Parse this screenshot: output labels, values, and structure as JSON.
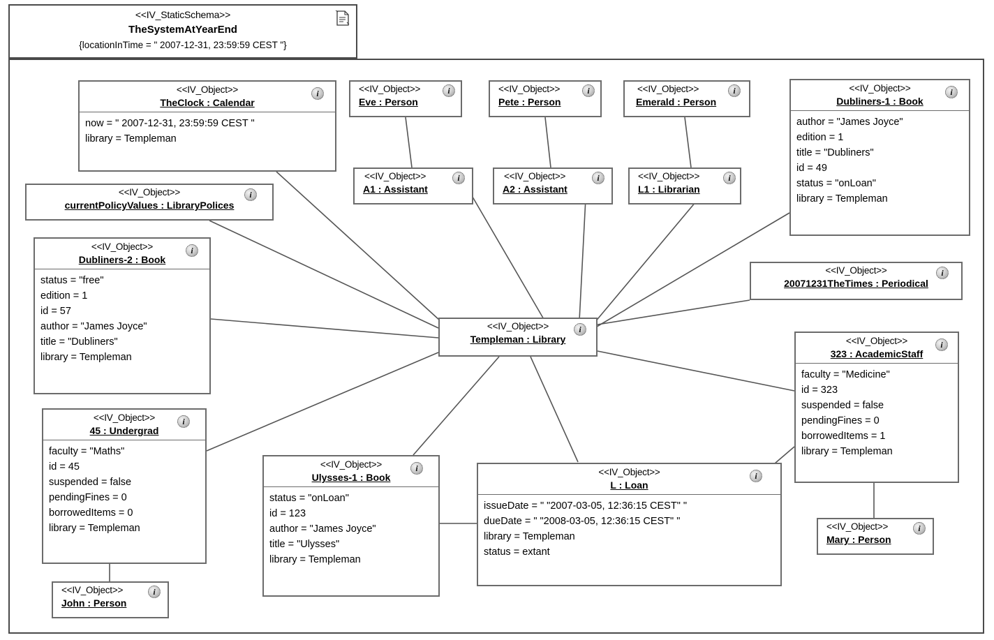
{
  "schema": {
    "stereotype": "<<IV_StaticSchema>>",
    "name": "TheSystemAtYearEnd",
    "tag": "{locationInTime = \" 2007-12-31, 23:59:59 CEST \"}",
    "icon": "schema-document-icon"
  },
  "stereotype_object": "<<IV_Object>>",
  "info_icon_glyph": "i",
  "colors": {
    "border": "#6b6b6b",
    "frame": "#4a4a4a",
    "link": "#555555",
    "background": "#ffffff",
    "text": "#000000"
  },
  "objects": [
    {
      "id": "theclock",
      "name": "TheClock : Calendar",
      "attrs": [
        "now = \" 2007-12-31, 23:59:59 CEST \"",
        "library = Templeman"
      ]
    },
    {
      "id": "eve",
      "name": "Eve : Person",
      "attrs": []
    },
    {
      "id": "pete",
      "name": "Pete : Person",
      "attrs": []
    },
    {
      "id": "emerald",
      "name": "Emerald : Person",
      "attrs": []
    },
    {
      "id": "dubliners1",
      "name": "Dubliners-1 : Book",
      "attrs": [
        "author = \"James Joyce\"",
        "edition = 1",
        "title = \"Dubliners\"",
        "id = 49",
        "status = \"onLoan\"",
        "library = Templeman"
      ]
    },
    {
      "id": "a1",
      "name": "A1 : Assistant",
      "attrs": []
    },
    {
      "id": "a2",
      "name": "A2 : Assistant",
      "attrs": []
    },
    {
      "id": "l1",
      "name": "L1 : Librarian",
      "attrs": []
    },
    {
      "id": "policy",
      "name": "currentPolicyValues : LibraryPolices",
      "attrs": []
    },
    {
      "id": "dubliners2",
      "name": "Dubliners-2 : Book",
      "attrs": [
        "status = \"free\"",
        "edition = 1",
        "id = 57",
        "author = \"James Joyce\"",
        "title = \"Dubliners\"",
        "library = Templeman"
      ]
    },
    {
      "id": "times",
      "name": "20071231TheTimes : Periodical",
      "attrs": []
    },
    {
      "id": "templeman",
      "name": "Templeman : Library",
      "attrs": []
    },
    {
      "id": "academicstaff",
      "name": "323 : AcademicStaff",
      "attrs": [
        "faculty = \"Medicine\"",
        "id = 323",
        "suspended = false",
        "pendingFines = 0",
        "borrowedItems = 1",
        "library = Templeman"
      ]
    },
    {
      "id": "undergrad",
      "name": "45 : Undergrad",
      "attrs": [
        "faculty = \"Maths\"",
        "id = 45",
        "suspended = false",
        "pendingFines = 0",
        "borrowedItems = 0",
        "library = Templeman"
      ]
    },
    {
      "id": "ulysses1",
      "name": "Ulysses-1 : Book",
      "attrs": [
        "status = \"onLoan\"",
        "id = 123",
        "author = \"James Joyce\"",
        "title = \"Ulysses\"",
        "library = Templeman"
      ]
    },
    {
      "id": "loan",
      "name": "L : Loan",
      "attrs": [
        "issueDate = \" \"2007-03-05, 12:36:15 CEST\" \"",
        "dueDate = \" \"2008-03-05, 12:36:15 CEST\" \"",
        "library = Templeman",
        "status = extant"
      ]
    },
    {
      "id": "mary",
      "name": "Mary : Person",
      "attrs": []
    },
    {
      "id": "john",
      "name": "John : Person",
      "attrs": []
    }
  ],
  "links": [
    {
      "from": "eve",
      "to": "a1"
    },
    {
      "from": "pete",
      "to": "a2"
    },
    {
      "from": "emerald",
      "to": "l1"
    },
    {
      "from": "theclock",
      "to": "templeman"
    },
    {
      "from": "a1",
      "to": "templeman"
    },
    {
      "from": "a2",
      "to": "templeman"
    },
    {
      "from": "l1",
      "to": "templeman"
    },
    {
      "from": "dubliners1",
      "to": "templeman"
    },
    {
      "from": "policy",
      "to": "templeman"
    },
    {
      "from": "dubliners2",
      "to": "templeman"
    },
    {
      "from": "times",
      "to": "templeman"
    },
    {
      "from": "academicstaff",
      "to": "templeman"
    },
    {
      "from": "undergrad",
      "to": "templeman"
    },
    {
      "from": "ulysses1",
      "to": "templeman"
    },
    {
      "from": "loan",
      "to": "templeman"
    },
    {
      "from": "loan",
      "to": "academicstaff"
    },
    {
      "from": "ulysses1",
      "to": "loan"
    },
    {
      "from": "academicstaff",
      "to": "mary"
    },
    {
      "from": "undergrad",
      "to": "john"
    }
  ]
}
